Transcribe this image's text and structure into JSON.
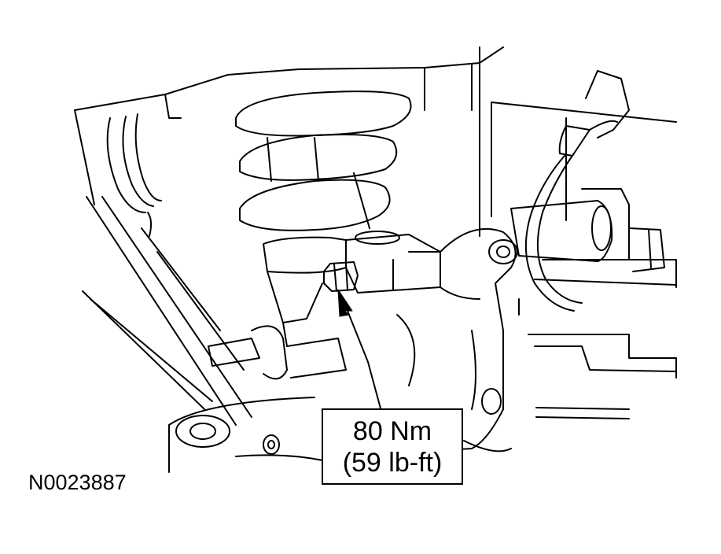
{
  "figure": {
    "id": "N0023887",
    "callout": {
      "metric": "80 Nm",
      "imperial": "(59 lb-ft)"
    }
  },
  "colors": {
    "line": "#000000",
    "background": "#ffffff"
  },
  "icons": [
    "arrow-pointer-icon"
  ]
}
